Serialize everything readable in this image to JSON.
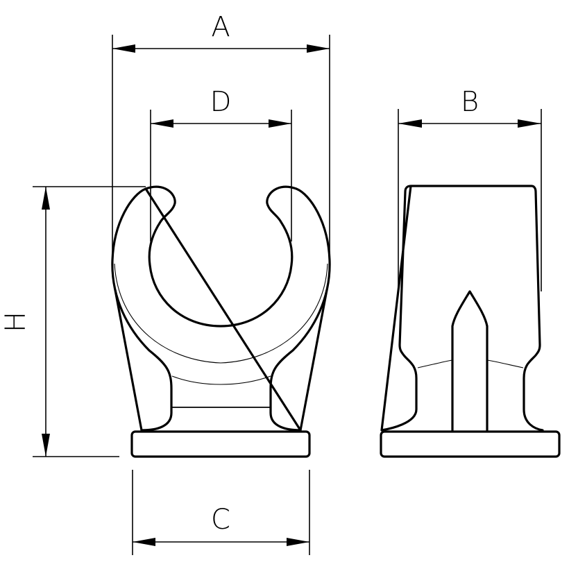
{
  "drawing": {
    "title": "Pipe clip technical drawing",
    "line_color": "#000000",
    "background": "#ffffff",
    "views": [
      {
        "name": "front-view",
        "description": "Front elevation of pipe clip with open circular jaw"
      },
      {
        "name": "side-view",
        "description": "Side elevation with central rib"
      }
    ],
    "dimensions": {
      "A": {
        "label": "A",
        "meaning": "overall width of clip (front view)"
      },
      "D": {
        "label": "D",
        "meaning": "inner jaw diameter"
      },
      "B": {
        "label": "B",
        "meaning": "depth of clip (side view)"
      },
      "C": {
        "label": "C",
        "meaning": "base width"
      },
      "H": {
        "label": "H",
        "meaning": "overall height"
      }
    }
  }
}
